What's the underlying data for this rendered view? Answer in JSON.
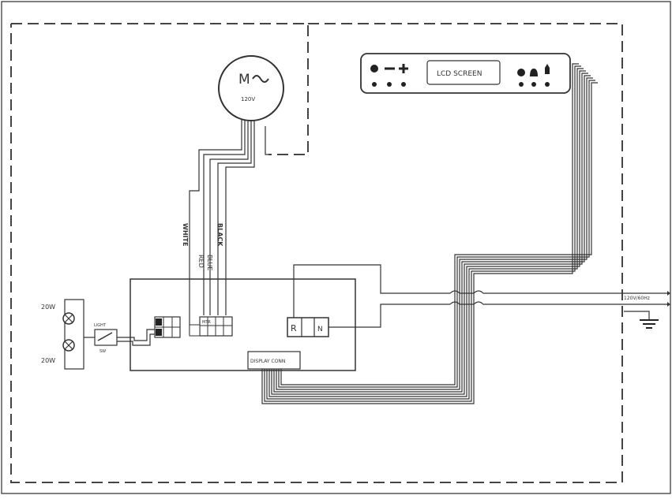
{
  "motor": {
    "symbol": "M",
    "voltage": "120V"
  },
  "control_panel": {
    "display_label": "LCD SCREEN",
    "left_symbols": [
      "●",
      "−",
      "+"
    ],
    "right_symbols": [
      "●",
      "🔔",
      "💡"
    ]
  },
  "wires": {
    "white": "WHITE",
    "red": "RED",
    "blue": "BLUE",
    "black": "BLACK"
  },
  "lamps": {
    "top": "20W",
    "bottom": "20W"
  },
  "switch": {
    "top": "LIGHT",
    "bottom": "SW"
  },
  "terminals": {
    "r": "R",
    "n": "N",
    "motor_block": "MTR"
  },
  "board": {
    "display_connector": "DISPLAY CONN"
  },
  "supply": {
    "label": "120V/60Hz"
  }
}
